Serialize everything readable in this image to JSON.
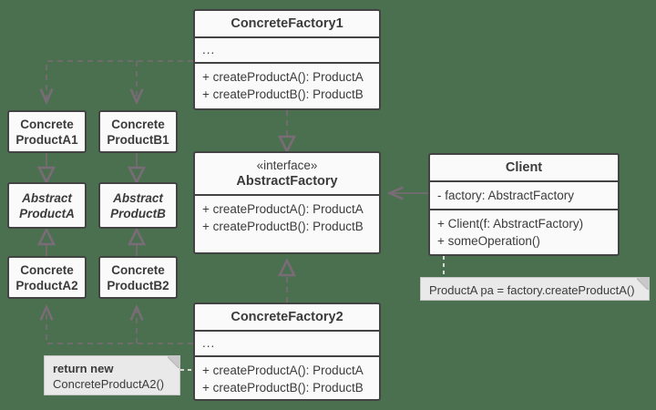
{
  "diagram": {
    "title": "Abstract Factory UML class diagram",
    "background_color": "#4a7050",
    "box_fill": "#fafafa",
    "box_border": "#434343",
    "note_fill": "#e9e9e9",
    "edge_color": "#7a6c76",
    "text_color": "#3b3b3b"
  },
  "classes": {
    "concrete_factory_1": {
      "name": "ConcreteFactory1",
      "attributes": [
        "..."
      ],
      "operations": [
        "+ createProductA(): ProductA",
        "+ createProductB(): ProductB"
      ]
    },
    "abstract_factory": {
      "stereotype": "«interface»",
      "name": "AbstractFactory",
      "operations": [
        "+ createProductA(): ProductA",
        "+ createProductB(): ProductB"
      ]
    },
    "concrete_factory_2": {
      "name": "ConcreteFactory2",
      "attributes": [
        "..."
      ],
      "operations": [
        "+ createProductA(): ProductA",
        "+ createProductB(): ProductB"
      ]
    },
    "client": {
      "name": "Client",
      "attributes": [
        "- factory: AbstractFactory"
      ],
      "operations": [
        "+ Client(f: AbstractFactory)",
        "+ someOperation()"
      ]
    }
  },
  "products": {
    "concrete_product_a1": {
      "line1": "Concrete",
      "line2": "ProductA1"
    },
    "concrete_product_b1": {
      "line1": "Concrete",
      "line2": "ProductB1"
    },
    "abstract_product_a": {
      "line1": "Abstract",
      "line2": "ProductA"
    },
    "abstract_product_b": {
      "line1": "Abstract",
      "line2": "ProductB"
    },
    "concrete_product_a2": {
      "line1": "Concrete",
      "line2": "ProductA2"
    },
    "concrete_product_b2": {
      "line1": "Concrete",
      "line2": "ProductB2"
    }
  },
  "notes": {
    "client_note": {
      "text": "ProductA pa = factory.createProductA()"
    },
    "factory2_note": {
      "line1": "return new",
      "line2": "ConcreteProductA2()"
    }
  }
}
